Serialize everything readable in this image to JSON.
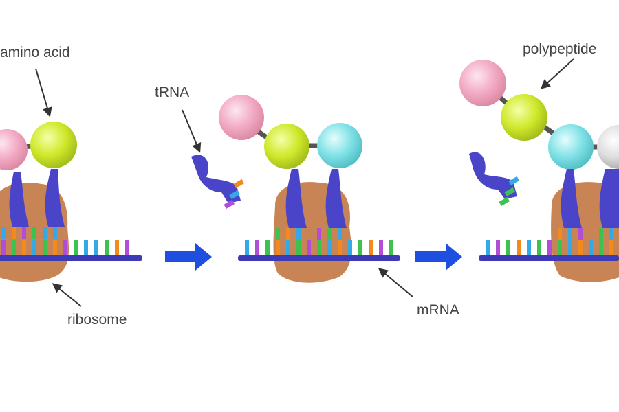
{
  "labels": {
    "amino_acid": "amino acid",
    "trna": "tRNA",
    "polypeptide": "polypeptide",
    "ribosome": "ribosome",
    "mrna": "mRNA"
  },
  "colors": {
    "ribosome": "#c98456",
    "trna": "#4a44c8",
    "mrna_backbone": "#3d3ab8",
    "arrow": "#1f4fe0",
    "pink": "#f2a9c4",
    "lime": "#cfe82a",
    "cyan": "#7fe1e6",
    "gray": "#d9d9d9",
    "base_blue": "#35a9e6",
    "base_green": "#3ec24f",
    "base_orange": "#f28a1e",
    "base_purple": "#b04ed8"
  }
}
